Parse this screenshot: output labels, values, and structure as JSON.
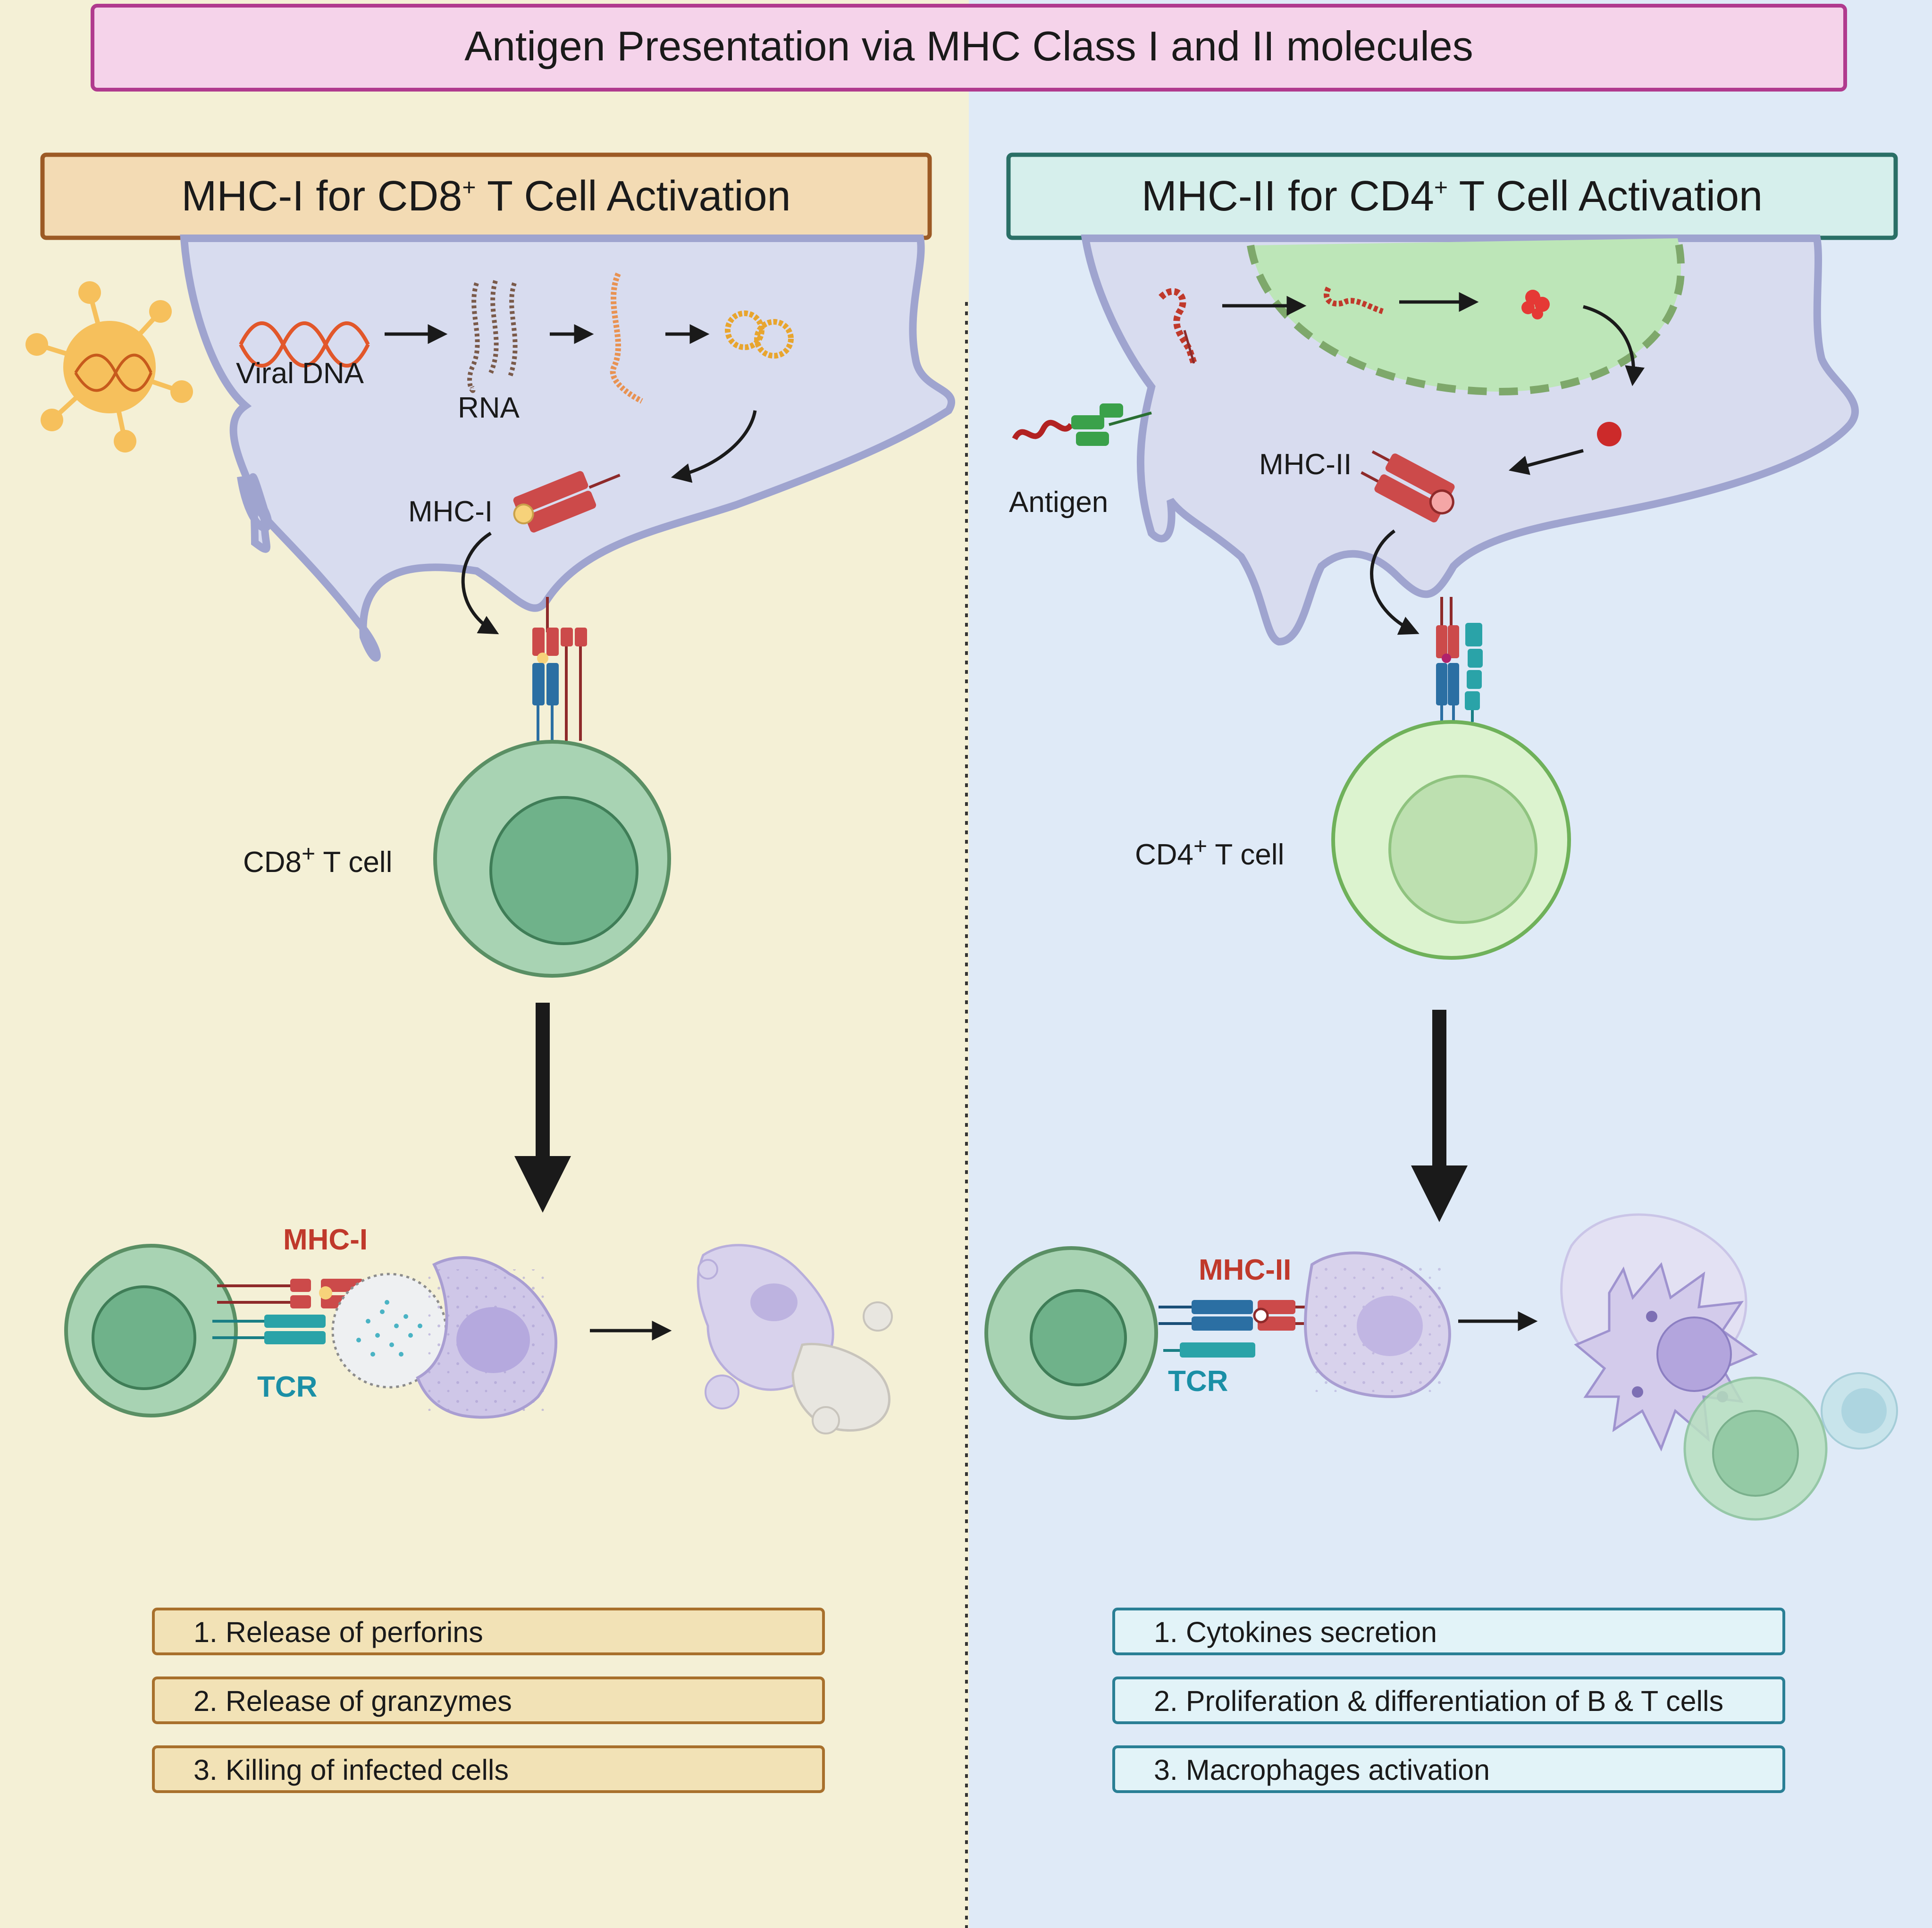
{
  "title": "Antigen Presentation via MHC Class I and II molecules",
  "left": {
    "header": {
      "main": "MHC-I for CD8",
      "sup": "+",
      "rest": " T Cell Activation"
    },
    "labels": {
      "viral_dna": "Viral DNA",
      "rna": "RNA",
      "mhc": "MHC-I",
      "tcell_main": "CD8",
      "tcell_sup": "+",
      "tcell_rest": " T cell",
      "interaction_mhc": "MHC-I",
      "interaction_tcr": "TCR"
    },
    "outcomes": [
      "1. Release of perforins",
      "2. Release of granzymes",
      "3. Killing of infected cells"
    ]
  },
  "right": {
    "header": {
      "main": "MHC-II for CD4",
      "sup": "+",
      "rest": " T Cell Activation"
    },
    "labels": {
      "antigen": "Antigen",
      "mhc": "MHC-II",
      "tcell_main": "CD4",
      "tcell_sup": "+",
      "tcell_rest": " T cell",
      "interaction_mhc": "MHC-II",
      "interaction_tcr": "TCR"
    },
    "outcomes": [
      "1. Cytokines secretion",
      "2. Proliferation & differentiation of B & T cells",
      "3. Macrophages activation"
    ]
  },
  "colors": {
    "left_bg": "#f4f0d6",
    "right_bg": "#dfeaf7",
    "title_fill": "#f5d3ea",
    "title_border": "#b03a8e",
    "left_header_fill": "#f3dbb4",
    "left_header_border": "#9c5a25",
    "right_header_fill": "#d6efec",
    "right_header_border": "#2a6f66",
    "left_box_fill": "#f2e2b6",
    "left_box_border": "#a8702c",
    "right_box_fill": "#e2f3f8",
    "right_box_border": "#2a7f95",
    "apc_fill": "#d8dcef",
    "apc_border": "#9fa4cf",
    "cd8_outer": "#a8d3b3",
    "cd8_inner": "#6fb28a",
    "cd4_outer": "#dcf3cf",
    "cd4_inner": "#bde0b0",
    "mhc_red": "#cc4a4a",
    "tcr_blue": "#2b6fa3",
    "teal": "#2aa3a8",
    "virus": "#f6c05c",
    "target_purple": "#cfc7e8"
  }
}
